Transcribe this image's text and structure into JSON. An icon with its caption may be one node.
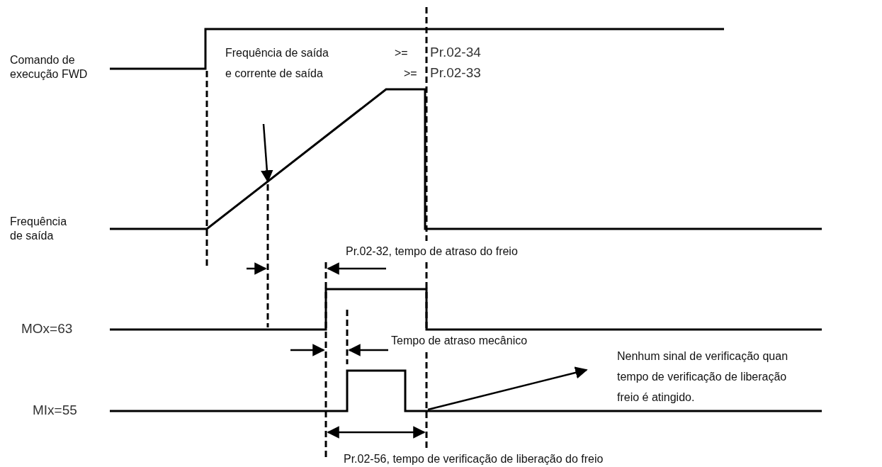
{
  "diagram": {
    "nodes": [
      {
        "text": [
          "Nenhum sinal de verificação quan tempo de verificação de liberação freio é atingido."
        ]
      },
      {
        "text": [],
        "shape": "line"
      }
    ],
    "edges": [
      {
        "from": 1,
        "to": 0,
        "arrow": "to"
      }
    ],
    "labels": [
      "Comando de execução FWD",
      "Frequência de saída",
      ">=",
      "Pr.02-34",
      "e corrente de saída",
      ">=",
      "Pr.02-33",
      "Frequência de saída",
      "Pr.02-32, tempo de atraso do freio",
      "MOx=63",
      "Tempo de atraso mecânico",
      "MIx=55",
      "Pr.02-56, tempo de verificação de liberação do freio"
    ]
  }
}
